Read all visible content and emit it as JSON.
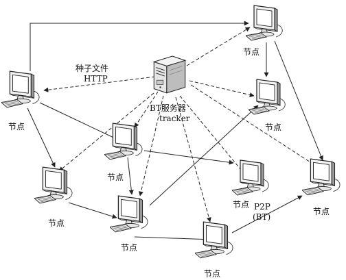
{
  "server": {
    "label": "BT服务器",
    "sublabel": "tracker"
  },
  "torrent_label": {
    "line1": "种子文件",
    "line2": "HTTP"
  },
  "p2p_label": {
    "line1": "P2P",
    "line2": "(BT)"
  },
  "nodes": [
    {
      "id": "n-left",
      "label": "节点"
    },
    {
      "id": "n-top-right",
      "label": "节点"
    },
    {
      "id": "n-right-mid",
      "label": "节点"
    },
    {
      "id": "n-center",
      "label": "节点"
    },
    {
      "id": "n-left-low",
      "label": "节点"
    },
    {
      "id": "n-center-low",
      "label": "节点"
    },
    {
      "id": "n-right-low",
      "label": "节点"
    },
    {
      "id": "n-far-right",
      "label": "节点"
    },
    {
      "id": "n-bottom",
      "label": "节点"
    }
  ],
  "edges": {
    "dashed": [
      [
        "server",
        "n-left"
      ],
      [
        "server",
        "n-top-right"
      ],
      [
        "server",
        "n-right-mid"
      ],
      [
        "server",
        "n-center"
      ],
      [
        "server",
        "n-left-low"
      ],
      [
        "server",
        "n-center-low"
      ],
      [
        "server",
        "n-right-low"
      ],
      [
        "server",
        "n-far-right"
      ],
      [
        "server",
        "n-bottom"
      ]
    ],
    "solid": [
      [
        "n-left",
        "n-top-right"
      ],
      [
        "n-top-right",
        "n-right-mid"
      ],
      [
        "n-top-right",
        "n-far-right"
      ],
      [
        "n-left",
        "n-center"
      ],
      [
        "n-left",
        "n-left-low"
      ],
      [
        "n-center",
        "n-center-low"
      ],
      [
        "n-center",
        "n-right-low"
      ],
      [
        "n-left-low",
        "n-center-low"
      ],
      [
        "n-center-low",
        "n-right-mid"
      ],
      [
        "n-center-low",
        "n-bottom"
      ],
      [
        "n-bottom",
        "n-far-right"
      ]
    ]
  }
}
